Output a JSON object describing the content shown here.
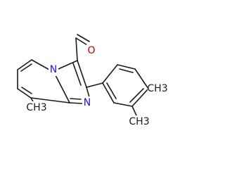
{
  "molecule": {
    "atom_labels": {
      "aldehyde_oxygen": "O",
      "bridgehead_nitrogen": "N",
      "imine_nitrogen": "N",
      "methyl_c8": "CH3",
      "methyl_meta": "CH3",
      "methyl_para": "CH3"
    },
    "colors": {
      "bond": "#1a1a1a",
      "oxygen": "#cc0000",
      "nitrogen": "#1a1acc",
      "carbon": "#1a1a1a"
    }
  }
}
